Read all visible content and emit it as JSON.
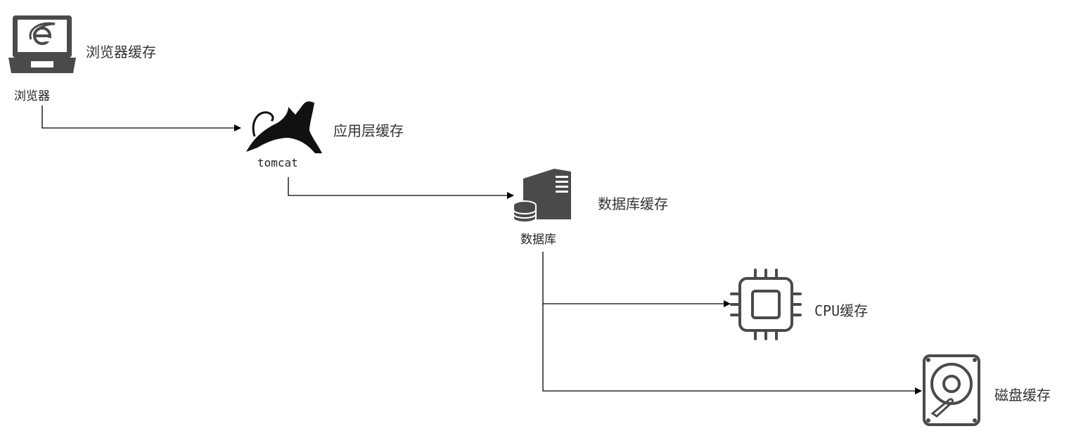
{
  "nodes": {
    "browser": {
      "label": "浏览器",
      "cache_label": "浏览器缓存",
      "icon": "laptop-ie-icon"
    },
    "tomcat": {
      "label": "tomcat",
      "cache_label": "应用层缓存",
      "icon": "tomcat-cat-icon"
    },
    "database": {
      "label": "数据库",
      "cache_label": "数据库缓存",
      "icon": "database-server-icon"
    },
    "cpu": {
      "cache_label": "CPU缓存",
      "icon": "cpu-chip-icon"
    },
    "disk": {
      "cache_label": "磁盘缓存",
      "icon": "hard-disk-icon"
    }
  },
  "edges": [
    {
      "from": "browser",
      "to": "tomcat"
    },
    {
      "from": "tomcat",
      "to": "database"
    },
    {
      "from": "database",
      "to": "cpu"
    },
    {
      "from": "database",
      "to": "disk"
    }
  ],
  "colors": {
    "icon": "#4a4a4a",
    "line": "#000000",
    "text": "#333333"
  }
}
